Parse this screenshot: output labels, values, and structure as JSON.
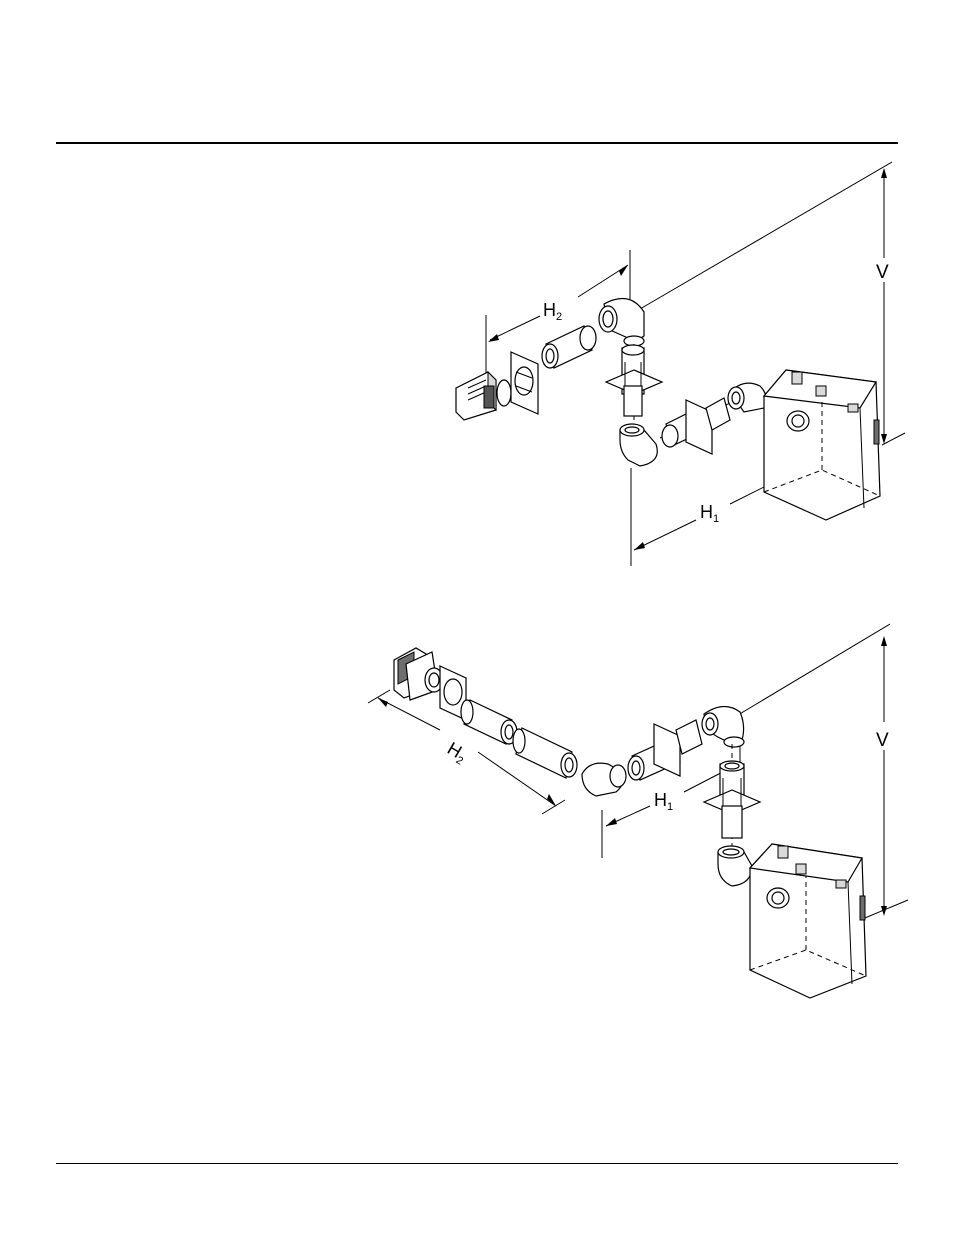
{
  "figures": [
    {
      "name": "vent-configuration-upper",
      "labels": {
        "vertical": "V",
        "horizontal_1": "H",
        "horizontal_1_sub": "1",
        "horizontal_2": "H",
        "horizontal_2_sub": "2"
      }
    },
    {
      "name": "vent-configuration-lower",
      "labels": {
        "vertical": "V",
        "horizontal_1": "H",
        "horizontal_1_sub": "1",
        "horizontal_2": "H",
        "horizontal_2_sub": "2"
      }
    }
  ]
}
